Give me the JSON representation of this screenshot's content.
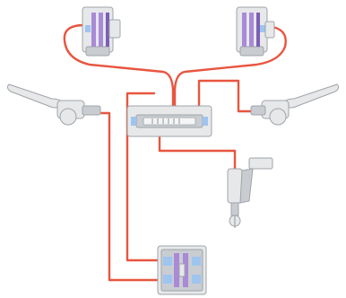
{
  "diagram": {
    "colors": {
      "hose": "#e8553f",
      "outline": "#a0a4a8",
      "body": "#e6e8ea",
      "body_dark": "#c9cdd1",
      "piston": "#a98ad6",
      "piston_dark": "#7c5fb5",
      "port": "#9fc4f0",
      "background": "#ffffff"
    },
    "components": [
      {
        "name": "front-left-caliper",
        "type": "caliper"
      },
      {
        "name": "front-right-caliper",
        "type": "caliper"
      },
      {
        "name": "left-hand-lever",
        "type": "lever"
      },
      {
        "name": "right-hand-lever",
        "type": "lever"
      },
      {
        "name": "combination-valve",
        "type": "valve"
      },
      {
        "name": "rear-master-cylinder",
        "type": "master-cylinder"
      },
      {
        "name": "rear-caliper",
        "type": "caliper"
      }
    ]
  }
}
